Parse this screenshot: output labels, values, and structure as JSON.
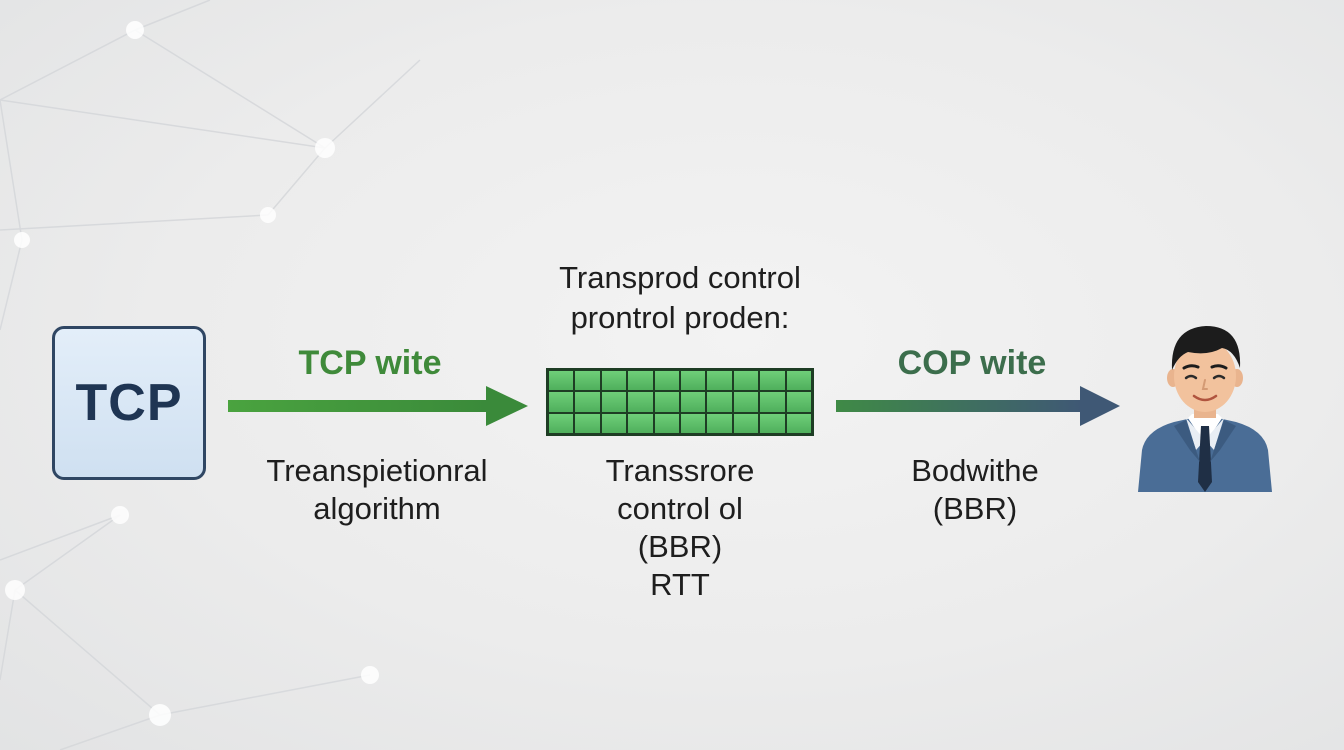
{
  "tcp_box": {
    "label": "TCP"
  },
  "left_arrow": {
    "label": "TCP wite",
    "color": "#3f8f3a"
  },
  "left_caption": {
    "line1": "Treanspietionral",
    "line2": "algorithm"
  },
  "center_title": {
    "line1": "Transprod control",
    "line2": "prontrol proden:"
  },
  "center_caption": {
    "line1": "Transsrore",
    "line2": "control ol",
    "line3": "(BBR)",
    "line4": "RTT"
  },
  "right_arrow": {
    "label": "COP wite",
    "color_start": "#3f8a46",
    "color_end": "#3f5875"
  },
  "right_caption": {
    "line1": "Bodwithe",
    "line2": "(BBR)"
  },
  "colors": {
    "tcp_border": "#2f4663",
    "tcp_fill": "#d6e6f5",
    "grid_fill": "#5dbd68",
    "grid_border": "#1e3d24",
    "person_suit": "#4a6d96"
  },
  "icons": {
    "user": "person-avatar-icon",
    "buffer": "packet-grid-icon"
  }
}
